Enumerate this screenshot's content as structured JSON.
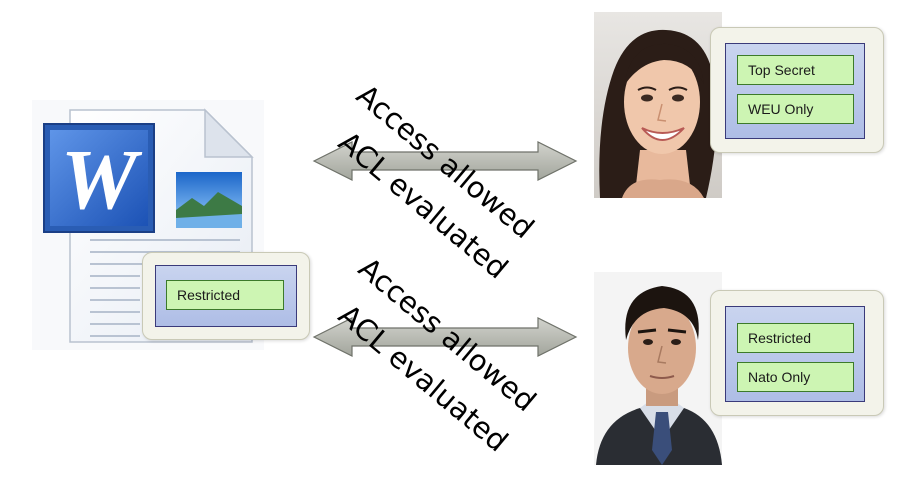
{
  "document": {
    "icon": "word-document-icon",
    "app_letter": "W",
    "label": "Restricted"
  },
  "flows": [
    {
      "line1": "Access allowed",
      "line2": "ACL evaluated"
    },
    {
      "line1": "Access allowed",
      "line2": "ACL evaluated"
    }
  ],
  "users": [
    {
      "avatar": "woman-portrait",
      "clearances": [
        "Top Secret",
        "WEU Only"
      ]
    },
    {
      "avatar": "man-portrait",
      "clearances": [
        "Restricted",
        "Nato Only"
      ]
    }
  ],
  "colors": {
    "tag_fill": "#cdf5b3",
    "tag_border": "#3c7a2a",
    "panel_fill": "#b8c6ea",
    "arrow_fill": "#b7b9b2"
  }
}
